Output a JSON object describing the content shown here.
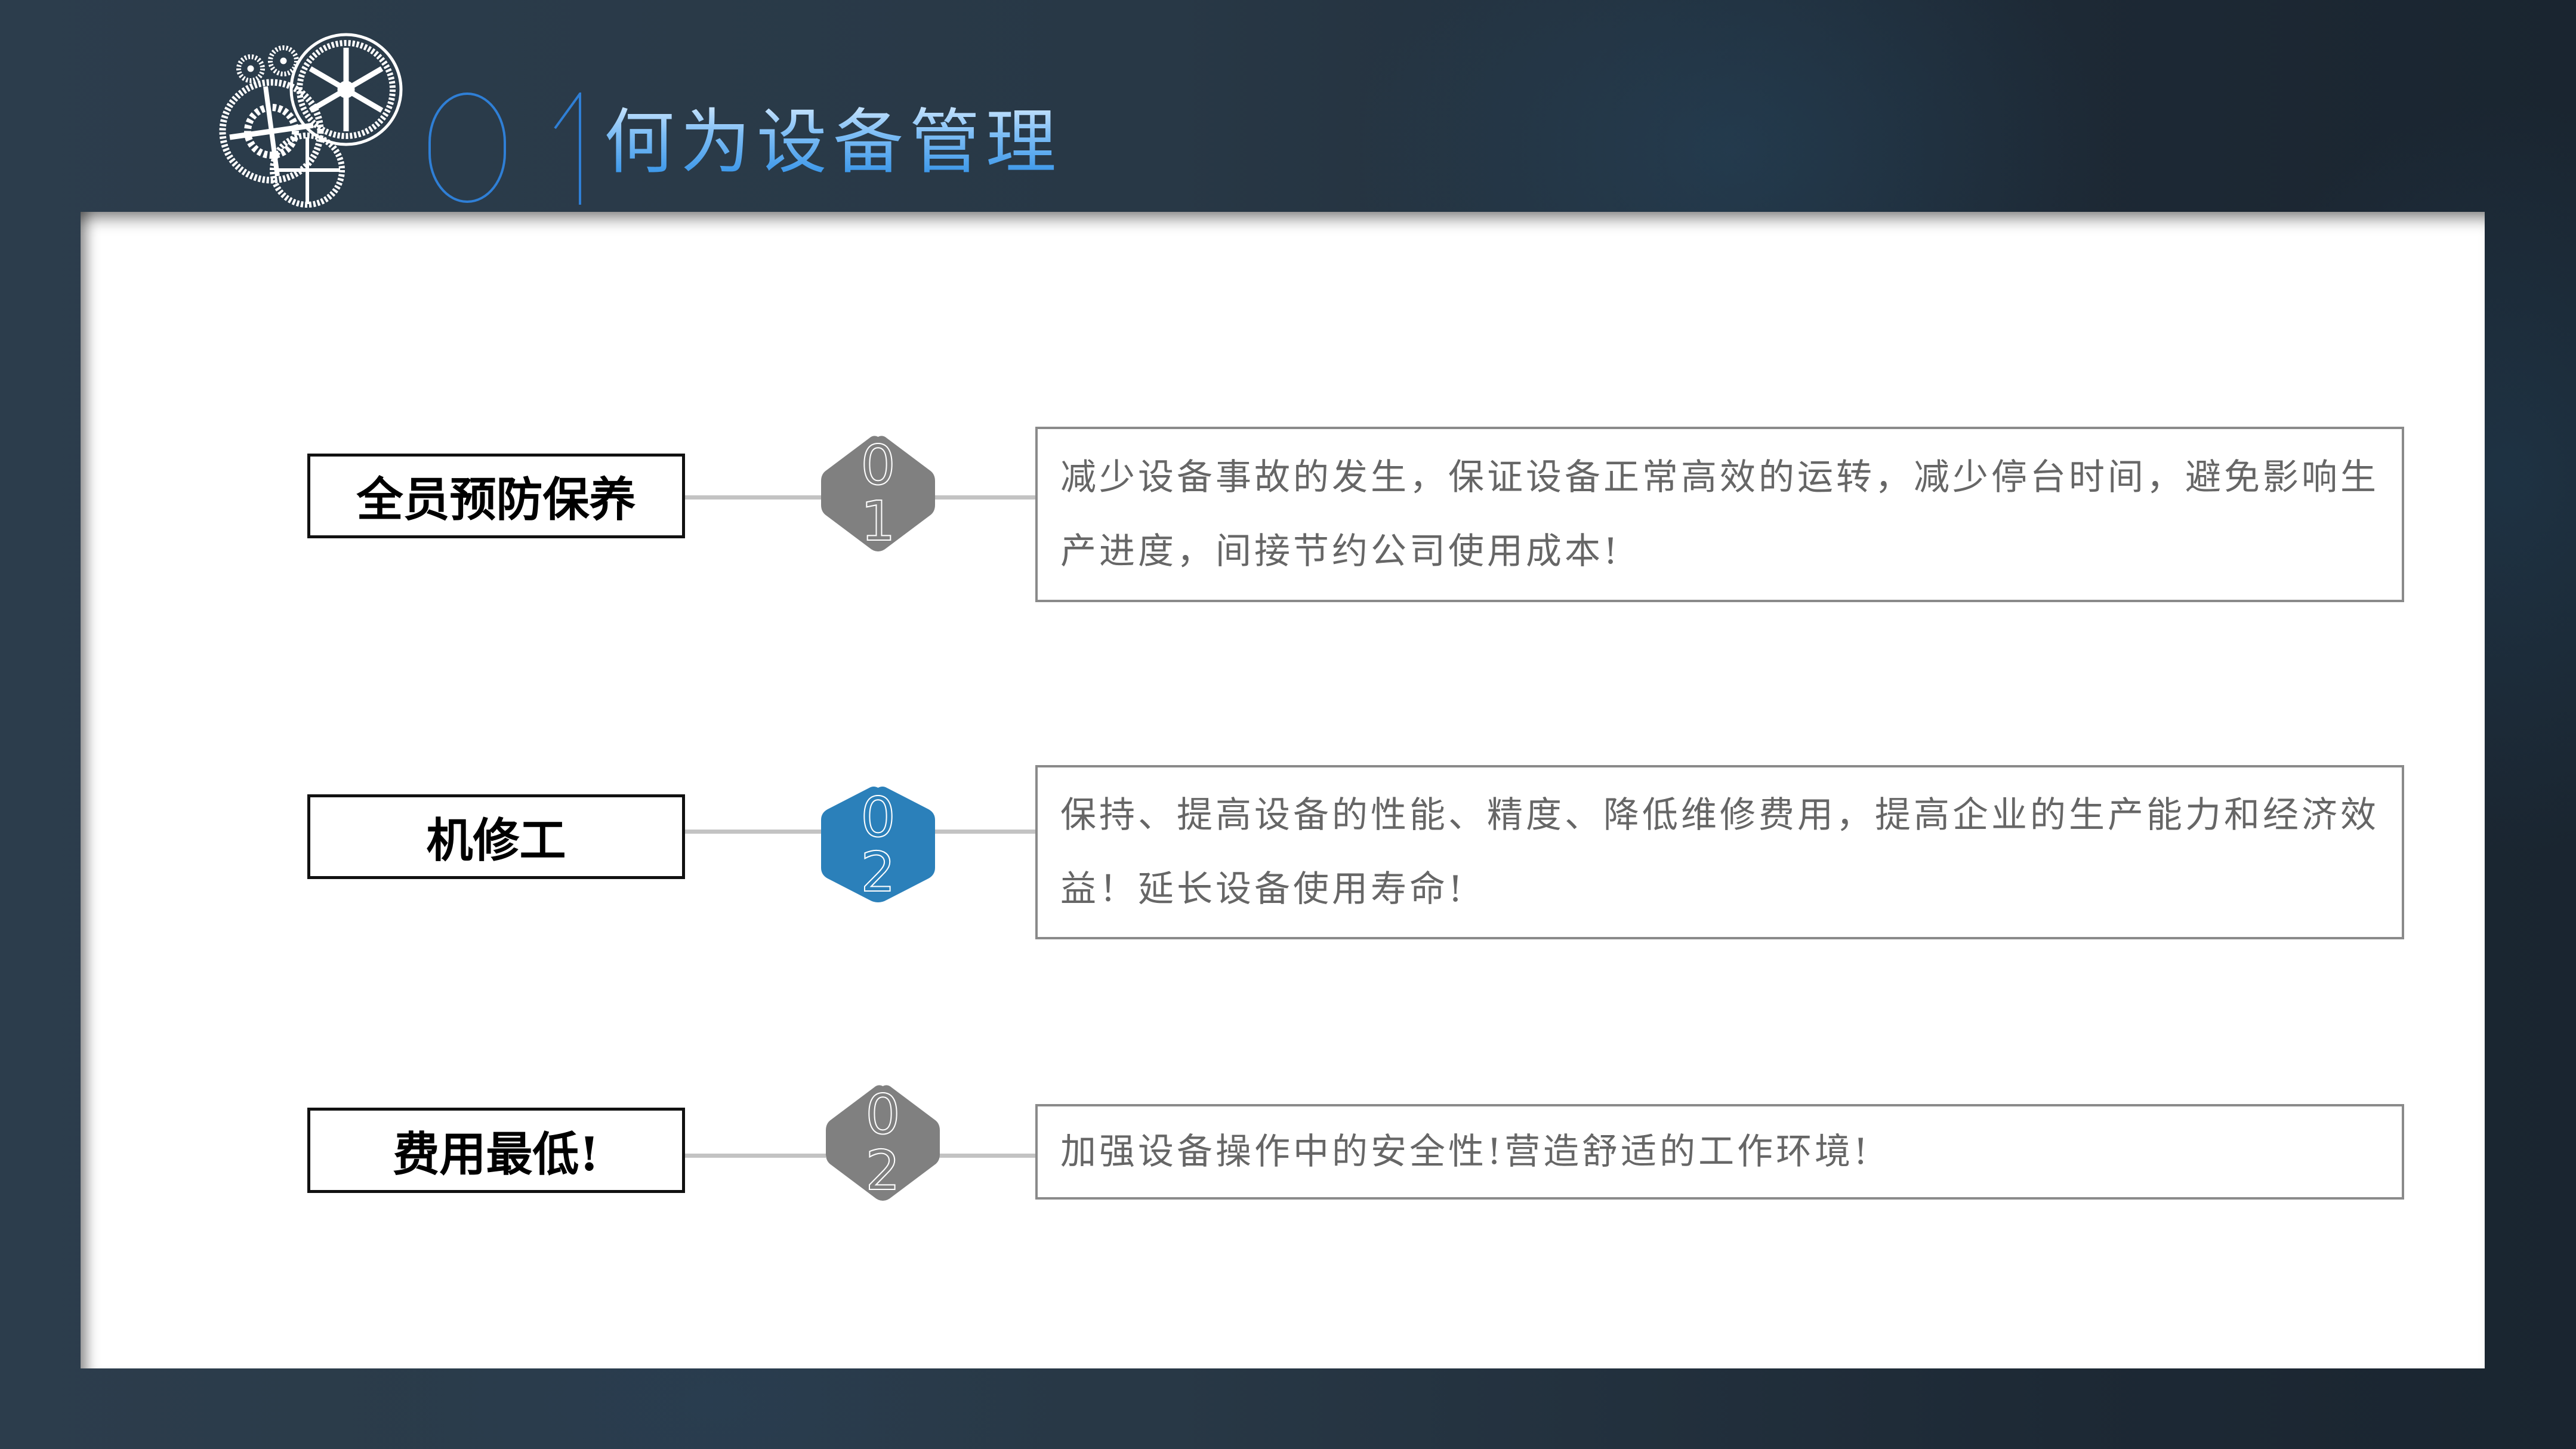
{
  "header": {
    "section_number_first": "0",
    "section_number_second": "1",
    "title": "何为设备管理",
    "icon": "gears-icon",
    "colors": {
      "title_gradient_top": "#d6ebff",
      "title_gradient_bottom": "#2b8de6",
      "number_outline": "#2f7fd6"
    }
  },
  "colors": {
    "background": "#283846",
    "panel": "#ffffff",
    "hex_gray": "#808080",
    "hex_blue": "#2b80ba",
    "connector": "#c3c3c3",
    "desc_border": "#8a8a8a",
    "desc_text": "#666666",
    "label_border": "#111111"
  },
  "rows": [
    {
      "label": "全员预防保养",
      "badge_top": "0",
      "badge_bottom": "1",
      "badge_color": "#808080",
      "description": "减少设备事故的发生，保证设备正常高效的运转，减少停台时间，避免影响生产进度，间接节约公司使用成本!"
    },
    {
      "label": "机修工",
      "badge_top": "0",
      "badge_bottom": "2",
      "badge_color": "#2b80ba",
      "description": "保持、提高设备的性能、精度、降低维修费用，提高企业的生产能力和经济效益！延长设备使用寿命!"
    },
    {
      "label": "费用最低!",
      "badge_top": "0",
      "badge_bottom": "2",
      "badge_color": "#808080",
      "description": "加强设备操作中的安全性!营造舒适的工作环境!"
    }
  ]
}
